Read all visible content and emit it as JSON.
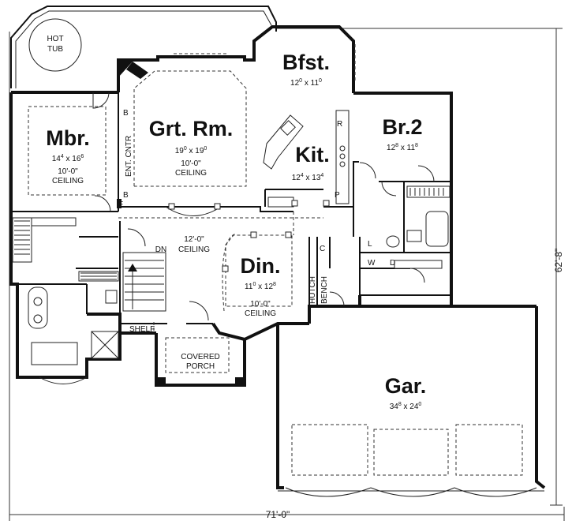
{
  "rooms": {
    "master": {
      "name": "Mbr.",
      "w": "14",
      "w_in": "4",
      "d": "16",
      "d_in": "6",
      "ceiling_height": "10'-0\"",
      "ceiling_label": "CEILING"
    },
    "great_room": {
      "name": "Grt. Rm.",
      "w": "19",
      "w_in": "0",
      "d": "19",
      "d_in": "0",
      "ceiling_height": "10'-0\"",
      "ceiling_label": "CEILING"
    },
    "breakfast": {
      "name": "Bfst.",
      "w": "12",
      "w_in": "0",
      "d": "11",
      "d_in": "0"
    },
    "kitchen": {
      "name": "Kit.",
      "w": "12",
      "w_in": "4",
      "d": "13",
      "d_in": "4"
    },
    "bedroom2": {
      "name": "Br.2",
      "w": "12",
      "w_in": "8",
      "d": "11",
      "d_in": "8"
    },
    "dining": {
      "name": "Din.",
      "w": "11",
      "w_in": "0",
      "d": "12",
      "d_in": "8",
      "ceiling_height": "10'-0\"",
      "ceiling_label": "CEILING"
    },
    "garage": {
      "name": "Gar.",
      "w": "34",
      "w_in": "8",
      "d": "24",
      "d_in": "0"
    }
  },
  "labels": {
    "hot_tub_1": "HOT",
    "hot_tub_2": "TUB",
    "foyer_ceiling_height": "12'-0\"",
    "foyer_ceiling_label": "CEILING",
    "stair_down": "DN",
    "porch_1": "COVERED",
    "porch_2": "PORCH",
    "shelf": "SHELF",
    "hutch": "HUTCH",
    "bench": "BENCH",
    "ent_center": "ENT. CNTR",
    "bookcase": "B",
    "refrigerator": "R",
    "pantry": "P",
    "linen": "L",
    "washer": "W",
    "dryer": "D",
    "closet": "C",
    "fireplace": "F"
  },
  "dimensions": {
    "overall_width": "71'-0\"",
    "overall_depth": "62'-8\""
  }
}
